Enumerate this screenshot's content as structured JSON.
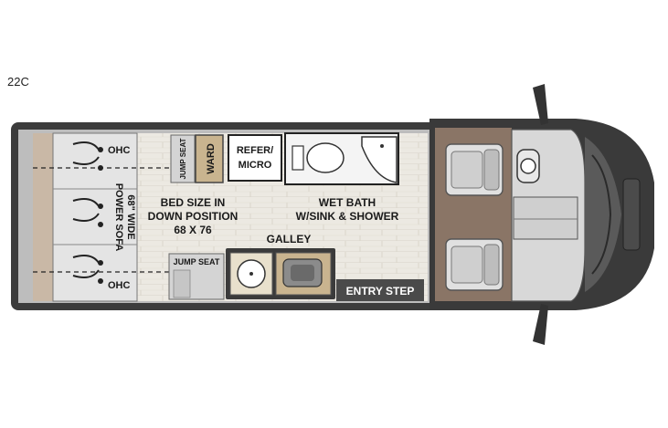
{
  "model": "22C",
  "labels": {
    "ohc_top": "OHC",
    "ohc_bottom": "OHC",
    "sofa_line1": "68\" WIDE",
    "sofa_line2": "POWER SOFA",
    "jump_seat_top": "JUMP SEAT",
    "ward": "WARD",
    "refer_line1": "REFER/",
    "refer_line2": "MICRO",
    "bed_line1": "BED SIZE IN",
    "bed_line2": "DOWN POSITION",
    "bed_line3": "68 X 76",
    "bath_line1": "WET BATH",
    "bath_line2": "W/SINK & SHOWER",
    "galley": "GALLEY",
    "jump_seat_bottom": "JUMP SEAT",
    "entry_step": "ENTRY STEP"
  },
  "colors": {
    "body_outline": "#3a3a3a",
    "floor": "#e9e6df",
    "wood": "#c9b48f",
    "cab_floor": "#8a7566",
    "sofa": "#dcdcdc",
    "entry_step": "#4a4a4a"
  }
}
